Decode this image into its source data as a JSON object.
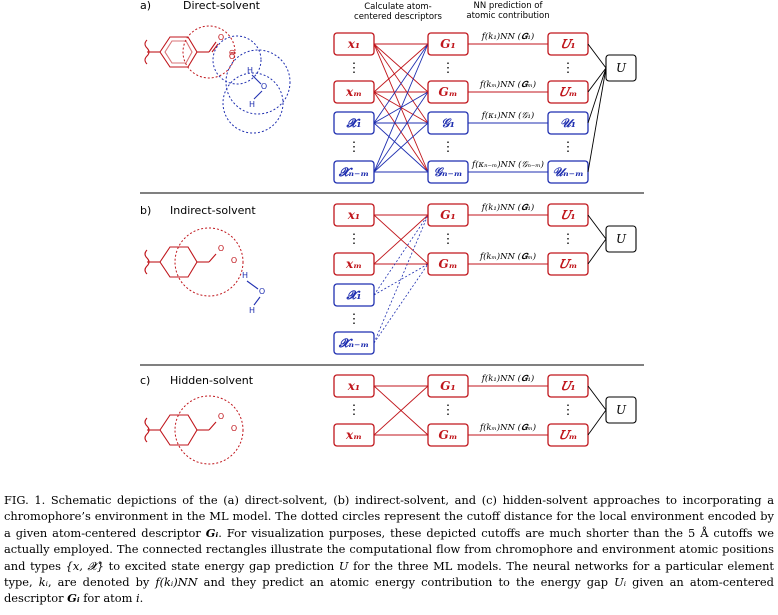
{
  "panels": {
    "a": {
      "letter": "a)",
      "title": "Direct-solvent"
    },
    "b": {
      "letter": "b)",
      "title": "Indirect-solvent"
    },
    "c": {
      "letter": "c)",
      "title": "Hidden-solvent"
    }
  },
  "headers": {
    "descriptors_line1": "Calculate atom-",
    "descriptors_line2": "centered descriptors",
    "nn_line1": "NN prediction of",
    "nn_line2": "atomic contribution"
  },
  "boxes": {
    "x1": "𝒙₁",
    "xM": "𝒙ₘ",
    "X1": "𝓧₁",
    "XNM": "𝓧ₙ₋ₘ",
    "G1": "𝑮₁",
    "GM": "𝑮ₘ",
    "g1": "𝒢₁",
    "gNM": "𝒢ₙ₋ₘ",
    "U1": "𝑈₁",
    "UM": "𝑈ₘ",
    "u1": "𝒰₁",
    "uNM": "𝒰ₙ₋ₘ",
    "U": "𝑈"
  },
  "nn_labels": {
    "k1_G1": "f(k₁)NN (𝑮₁)",
    "kM_GM": "f(kₘ)NN (𝑮ₘ)",
    "k1_g1": "f(κ₁)NN (𝒢₁)",
    "kNM_gNM": "f(κₙ₋ₘ)NN (𝒢ₙ₋ₘ)"
  },
  "dots": "⋮",
  "caption": {
    "p1": "FIG. 1. Schematic depictions of the (a) direct-solvent, (b) indirect-solvent, and (c) hidden-solvent approaches to incorporating a chromophore’s environment in the ML model. The dotted circles represent the cutoff distance for the local environment encoded by a given atom-centered descriptor ",
    "Gi": "Gᵢ",
    "p2": ". For visualization purposes, these depicted cutoffs are much shorter than the 5 Å cutoffs we actually employed. The connected rectangles illustrate the computational flow from chromophore and environment atomic positions and types ",
    "set": "{x, 𝓧}",
    "p3": " to excited state energy gap prediction ",
    "U": "U",
    "p4": " for the three ML models. The neural networks for a particular element type, ",
    "ki": "kᵢ",
    "p5": ", are denoted by ",
    "fnn": "f(kᵢ)NN",
    "p6": " and they predict an atomic energy contribution to the energy gap ",
    "Ui": "Uᵢ",
    "p7": " given an atom-centered descriptor ",
    "Gi2": "Gᵢ",
    "p8": " for atom ",
    "i": "i",
    "p9": "."
  },
  "colors": {
    "red": "#c0161c",
    "blue": "#1f2fb0",
    "black": "#000000"
  }
}
